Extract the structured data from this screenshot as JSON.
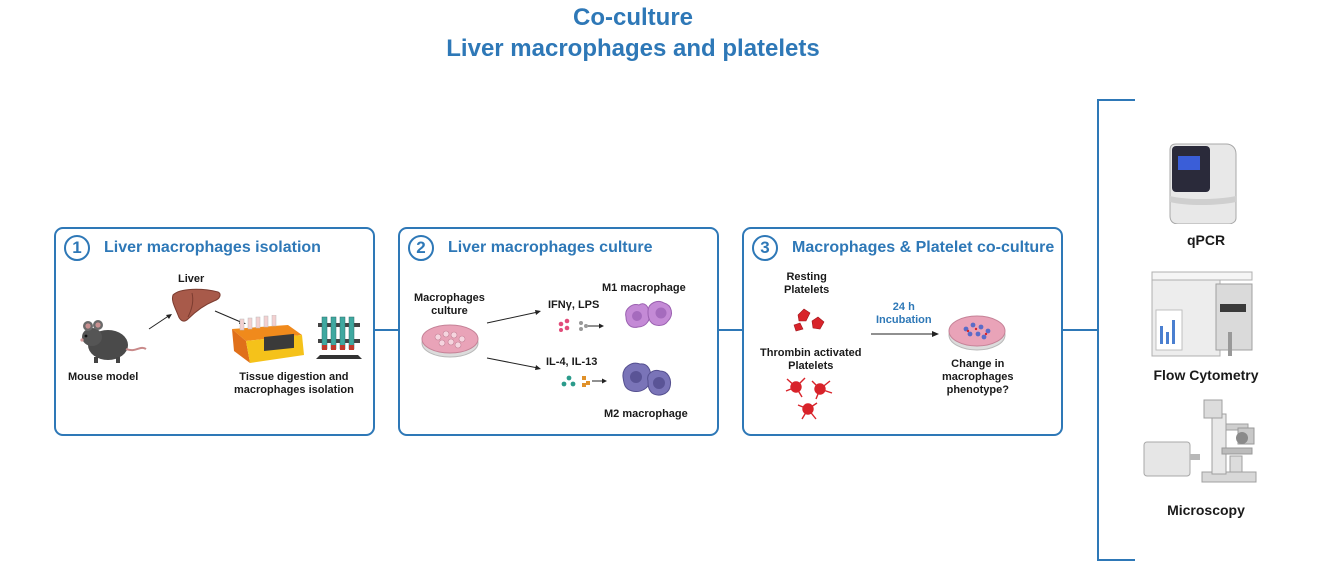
{
  "title": {
    "line1": "Co-culture",
    "line2": "Liver macrophages and platelets"
  },
  "colors": {
    "accent": "#2e78b7",
    "liver": "#a85a4a",
    "m1_cell": "#c48ad6",
    "m2_cell": "#7a74b8",
    "platelet": "#d8232a",
    "dish": "#e9a3b8"
  },
  "panels": [
    {
      "number": "1",
      "title": "Liver macrophages isolation",
      "labels": {
        "liver": "Liver",
        "mouse": "Mouse model",
        "digestion_line1": "Tissue digestion and",
        "digestion_line2": "macrophages isolation"
      }
    },
    {
      "number": "2",
      "title": "Liver macrophages culture",
      "labels": {
        "culture_line1": "Macrophages",
        "culture_line2": "culture",
        "m1_stimuli": "IFNγ, LPS",
        "m1": "M1 macrophage",
        "m2_stimuli": "IL-4, IL-13",
        "m2": "M2 macrophage"
      }
    },
    {
      "number": "3",
      "title": "Macrophages & Platelet co-culture",
      "labels": {
        "resting_line1": "Resting",
        "resting_line2": "Platelets",
        "activated_line1": "Thrombin activated",
        "activated_line2": "Platelets",
        "incubation_line1": "24 h",
        "incubation_line2": "Incubation",
        "question_line1": "Change in",
        "question_line2": "macrophages",
        "question_line3": "phenotype?"
      }
    }
  ],
  "analyses": [
    {
      "label": "qPCR",
      "icon": "qpcr-machine-icon"
    },
    {
      "label": "Flow Cytometry",
      "icon": "flow-cytometer-icon"
    },
    {
      "label": "Microscopy",
      "icon": "microscope-icon"
    }
  ]
}
